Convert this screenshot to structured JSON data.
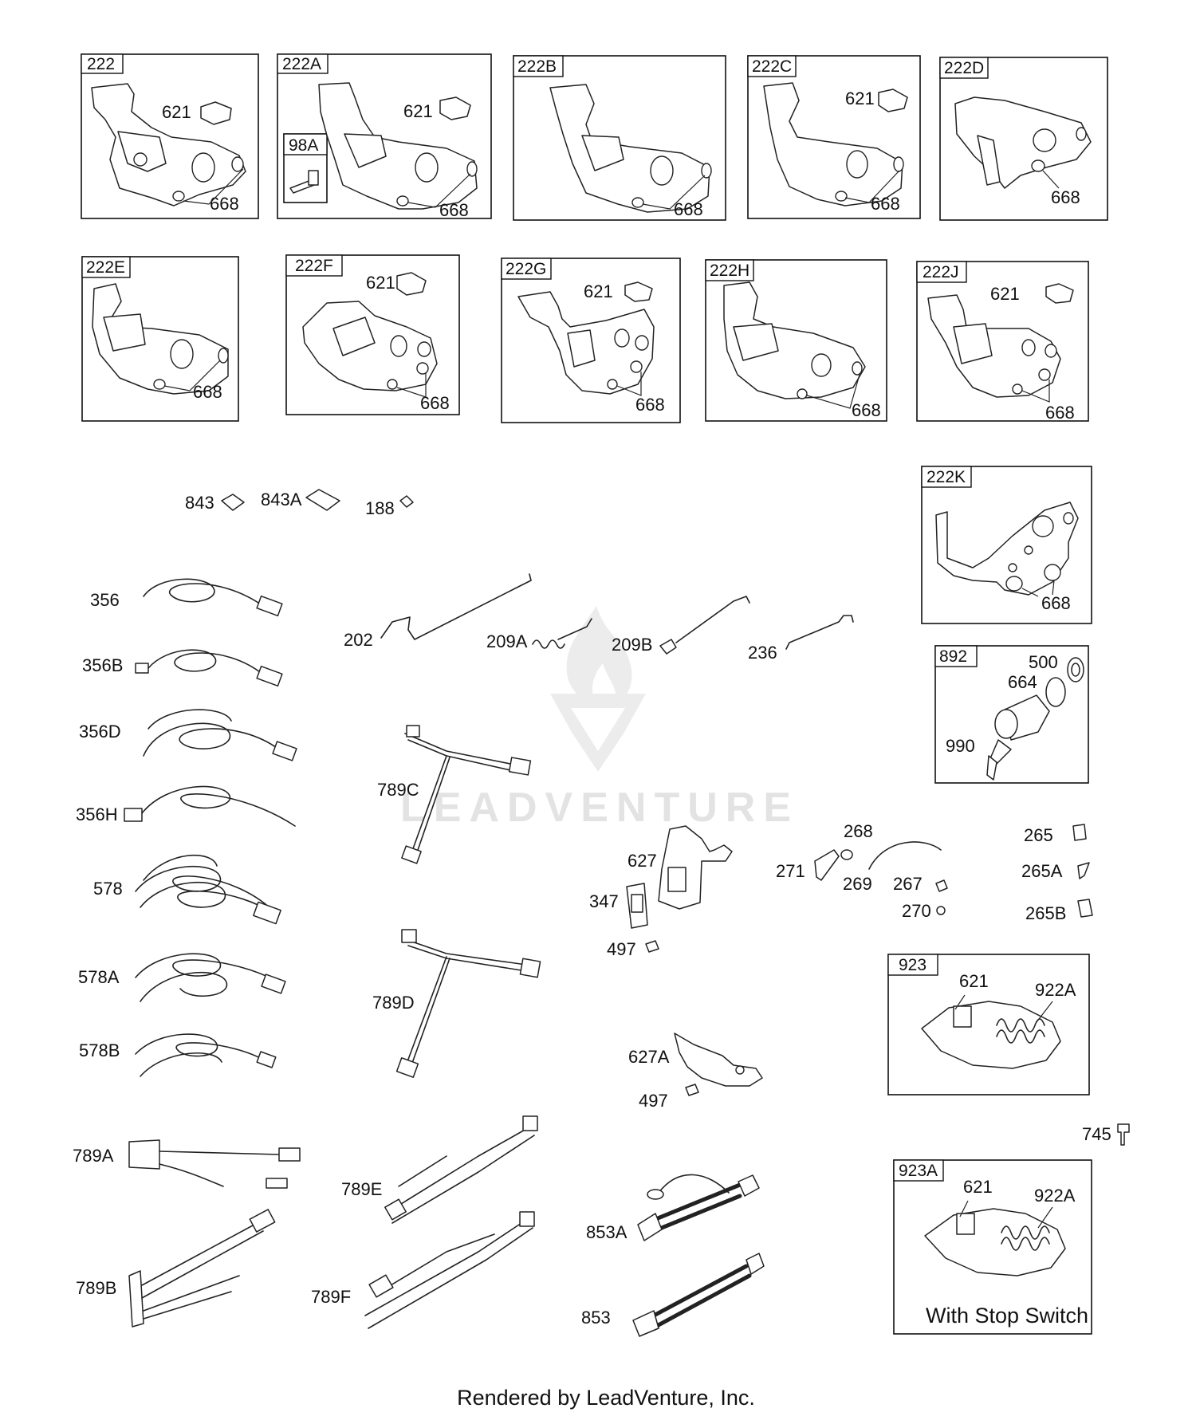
{
  "boxes": [
    {
      "id": "222",
      "labels": [
        "621",
        "668"
      ]
    },
    {
      "id": "222A",
      "labels": [
        "621",
        "668"
      ],
      "sub": "98A"
    },
    {
      "id": "222B",
      "labels": [
        "668"
      ]
    },
    {
      "id": "222C",
      "labels": [
        "621",
        "668"
      ]
    },
    {
      "id": "222D",
      "labels": [
        "668"
      ]
    },
    {
      "id": "222E",
      "labels": [
        "668"
      ]
    },
    {
      "id": "222F",
      "labels": [
        "621",
        "668"
      ]
    },
    {
      "id": "222G",
      "labels": [
        "621",
        "668"
      ]
    },
    {
      "id": "222H",
      "labels": [
        "668"
      ]
    },
    {
      "id": "222J",
      "labels": [
        "621",
        "668"
      ]
    },
    {
      "id": "222K",
      "labels": [
        "668"
      ]
    },
    {
      "id": "892",
      "labels": [
        "500",
        "664",
        "990"
      ]
    },
    {
      "id": "923",
      "labels": [
        "621",
        "922A"
      ]
    },
    {
      "id": "923A",
      "labels": [
        "621",
        "922A"
      ],
      "note": "With Stop Switch"
    }
  ],
  "parts": [
    "843",
    "843A",
    "188",
    "356",
    "356B",
    "356D",
    "356H",
    "578",
    "578A",
    "578B",
    "789A",
    "789B",
    "202",
    "209A",
    "209B",
    "236",
    "789C",
    "789D",
    "789E",
    "789F",
    "627",
    "347",
    "497",
    "627A",
    "497",
    "853A",
    "853",
    "268",
    "271",
    "269",
    "267",
    "270",
    "265",
    "265A",
    "265B",
    "745"
  ],
  "watermark": "LEADVENTURE",
  "credit": "Rendered by LeadVenture, Inc."
}
